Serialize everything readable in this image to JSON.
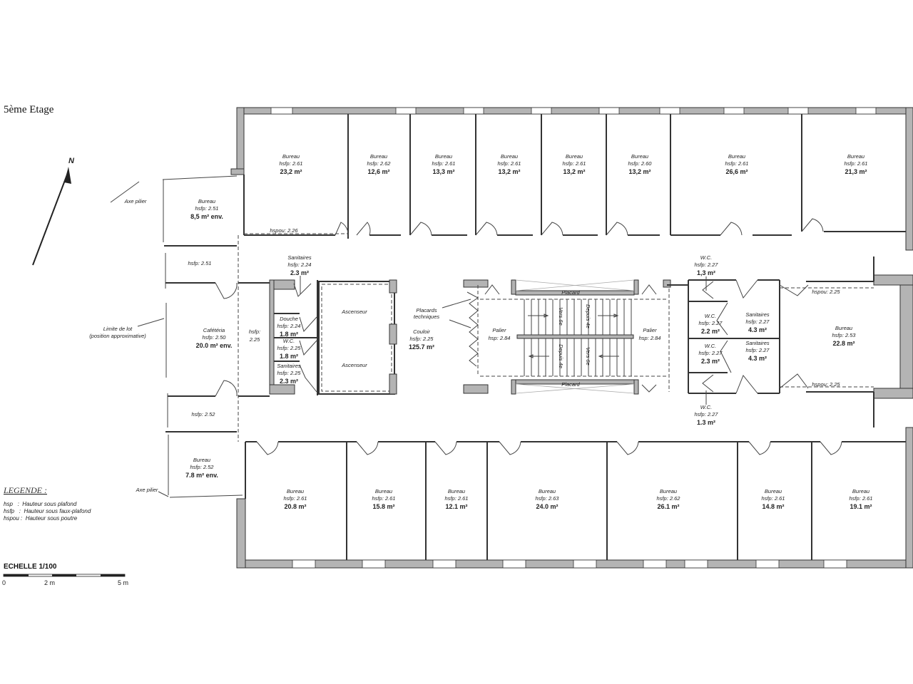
{
  "title": "5ème Etage",
  "north_label": "N",
  "rooms": [
    {
      "name": "Bureau",
      "height": "hsfp:  2.61",
      "area": "23,2 m²"
    },
    {
      "name": "Bureau",
      "height": "hsfp:  2.62",
      "area": "12,6 m²"
    },
    {
      "name": "Bureau",
      "height": "hsfp:  2.61",
      "area": "13,3 m²"
    },
    {
      "name": "Bureau",
      "height": "hsfp:  2.61",
      "area": "13,2 m²"
    },
    {
      "name": "Bureau",
      "height": "hsfp:  2.61",
      "area": "13,2 m²"
    },
    {
      "name": "Bureau",
      "height": "hsfp:  2.60",
      "area": "13,2 m²"
    },
    {
      "name": "Bureau",
      "height": "hsfp:  2.61",
      "area": "26,6 m²"
    },
    {
      "name": "Bureau",
      "height": "hsfp:  2.61",
      "area": "21,3 m²"
    },
    {
      "name": "Bureau",
      "height": "hsfp:  2.51",
      "area": "8,5 m² env."
    },
    {
      "name": "Sanitaires",
      "height": "hsfp:  2.24",
      "area": "2.3 m²"
    },
    {
      "name": "Cafétéria",
      "height": "hsfp:  2.50",
      "area": "20.0 m² env."
    },
    {
      "name": "Douche",
      "height": "hsfp:  2.24",
      "area": "1.8 m²"
    },
    {
      "name": "W.C.",
      "height": "hsfp:  2.25",
      "area": "1.8 m²"
    },
    {
      "name": "Sanitaires",
      "height": "hsfp:  2.25",
      "area": "2.3 m²"
    },
    {
      "name": "Couloir",
      "height": "hsfp:  2.25",
      "area": "125.7 m²"
    },
    {
      "name": "W.C.",
      "height": "hsfp:  2.27",
      "area": "1,3 m²"
    },
    {
      "name": "W.C.",
      "height": "hsfp:  2.27",
      "area": "2.2 m²"
    },
    {
      "name": "Sanitaires",
      "height": "hsfp:  2.27",
      "area": "4.3 m²"
    },
    {
      "name": "W.C.",
      "height": "hsfp:  2.27",
      "area": "2.3 m²"
    },
    {
      "name": "Sanitaires",
      "height": "hsfp:  2.27",
      "area": "4.3 m²"
    },
    {
      "name": "W.C.",
      "height": "hsfp:  2.27",
      "area": "1.3 m²"
    },
    {
      "name": "Bureau",
      "height": "hsfp:  2.53",
      "area": "22.8 m²"
    },
    {
      "name": "Bureau",
      "height": "hsfp:  2.52",
      "area": "7.8 m² env."
    },
    {
      "name": "Bureau",
      "height": "hsfp:  2.61",
      "area": "20.8 m²"
    },
    {
      "name": "Bureau",
      "height": "hsfp:  2.61",
      "area": "15.8 m²"
    },
    {
      "name": "Bureau",
      "height": "hsfp:  2.61",
      "area": "12.1 m²"
    },
    {
      "name": "Bureau",
      "height": "hsfp:  2.63",
      "area": "24.0 m²"
    },
    {
      "name": "Bureau",
      "height": "hsfp:  2.62",
      "area": "26.1 m²"
    },
    {
      "name": "Bureau",
      "height": "hsfp:  2.61",
      "area": "14.8 m²"
    },
    {
      "name": "Bureau",
      "height": "hsfp:  2.61",
      "area": "19.1 m²"
    }
  ],
  "annotations": {
    "axe_pilier_top": "Axe pilier",
    "axe_pilier_bottom": "Axe pilier",
    "hspou_top": "hspou:  2.26",
    "hsfp_251": "hsfp:  2.51",
    "hsfp_252": "hsfp:  2.52",
    "limite_1": "Limite de lot",
    "limite_2": "(position approximative)",
    "hsfp_corr_1": "hsfp:",
    "hsfp_corr_2": "2.25",
    "ascenseur_1": "Ascenseur",
    "ascenseur_2": "Ascenseur",
    "placards_1": "Placards",
    "placards_2": "techniques",
    "palier_left_1": "Palier",
    "palier_left_2": "hsp:  2.84",
    "palier_right_1": "Palier",
    "palier_right_2": "hsp:  2.84",
    "placard_top": "Placard",
    "placard_bottom": "Placard",
    "vers_6e_1": "Vers 6e",
    "depuis_4e_1": "Depuis 4e",
    "depuis_4e_2": "Depuis 4e",
    "vers_6e_2": "Vers 6e",
    "hspou_right_top": "hspou:  2.25",
    "hspou_right_bottom": "hspou:  2.25"
  },
  "legend": {
    "title": "LEGENDE :",
    "items": [
      "hsp   :  Hauteur sous plafond",
      "hsfp   :  Hauteur sous faux-plafond",
      "hspou :  Hauteur sous poutre"
    ]
  },
  "scale": {
    "title": "ECHELLE 1/100",
    "ticks": [
      "0",
      "2 m",
      "5 m"
    ]
  }
}
